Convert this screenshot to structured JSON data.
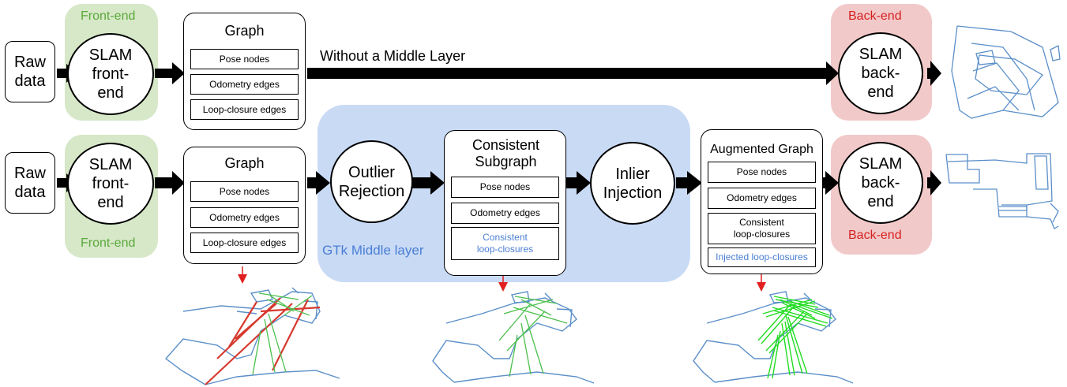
{
  "colors": {
    "frontend_panel": "#d6e8c8",
    "backend_panel": "#f2c9c9",
    "middle_panel": "#c9daf5",
    "frontend_text": "#5aa83a",
    "backend_text": "#d42020",
    "middle_text": "#4a7fd4",
    "trajectory": "#5b8fc9",
    "outlier_edge": "#d63a2f",
    "inlier_edge": "#4cbf4c",
    "injected_edge": "#22dd22"
  },
  "top_row": {
    "raw_data": "Raw data",
    "frontend_label": "Front-end",
    "frontend_node": "SLAM front-end",
    "graph": {
      "title": "Graph",
      "items": [
        "Pose nodes",
        "Odometry edges",
        "Loop-closure edges"
      ]
    },
    "arrow_caption": "Without a Middle Layer",
    "backend_label": "Back-end",
    "backend_node": "SLAM back-end"
  },
  "bottom_row": {
    "raw_data": "Raw data",
    "frontend_label": "Front-end",
    "frontend_node": "SLAM front-end",
    "graph": {
      "title": "Graph",
      "items": [
        "Pose nodes",
        "Odometry edges",
        "Loop-closure edges"
      ]
    },
    "middle_layer_label": "GTk Middle layer",
    "outlier_node": "Outlier Rejection",
    "consistent_subgraph": {
      "title": "Consistent Subgraph",
      "items": [
        "Pose nodes",
        "Odometry edges",
        "Consistent loop-closures"
      ]
    },
    "inlier_node": "Inlier Injection",
    "augmented_graph": {
      "title": "Augmented Graph",
      "items": [
        "Pose nodes",
        "Odometry edges",
        "Consistent loop-closures",
        "Injected loop-closures"
      ]
    },
    "backend_label": "Back-end",
    "backend_node": "SLAM back-end"
  }
}
